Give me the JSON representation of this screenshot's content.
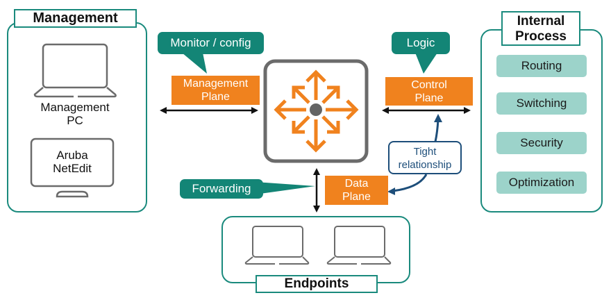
{
  "management": {
    "title": "Management",
    "pc_label_line1": "Management",
    "pc_label_line2": "PC",
    "monitor_label_line1": "Aruba",
    "monitor_label_line2": "NetEdit"
  },
  "callouts": {
    "monitor_config": "Monitor / config",
    "logic": "Logic",
    "forwarding": "Forwarding",
    "tight_relationship_line1": "Tight",
    "tight_relationship_line2": "relationship"
  },
  "planes": {
    "management_line1": "Management",
    "management_line2": "Plane",
    "control_line1": "Control",
    "control_line2": "Plane",
    "data_line1": "Data",
    "data_line2": "Plane"
  },
  "internal_process": {
    "title_line1": "Internal",
    "title_line2": "Process",
    "items": [
      "Routing",
      "Switching",
      "Security",
      "Optimization"
    ]
  },
  "endpoints": {
    "title": "Endpoints"
  },
  "colors": {
    "teal": "#1a8a7d",
    "callout_teal": "#138576",
    "orange": "#f0821e",
    "light_teal": "#9cd3ca",
    "navy": "#1d4e7a",
    "gray": "#6b6b6b"
  }
}
